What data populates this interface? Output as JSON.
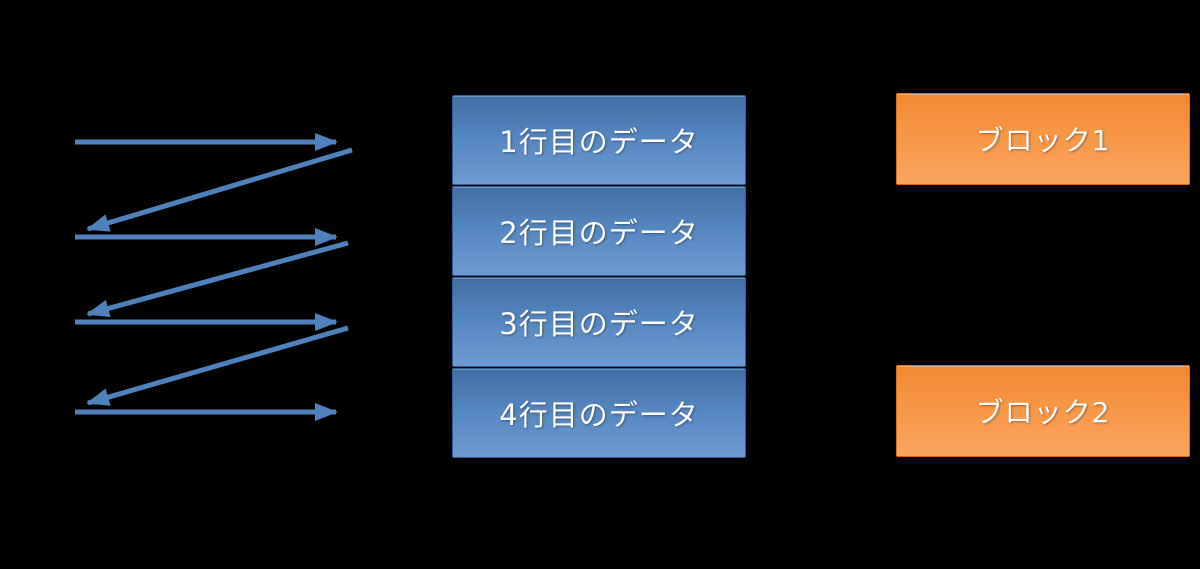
{
  "diagram": {
    "description_rows": [
      {
        "label": "1行目のデータ"
      },
      {
        "label": "2行目のデータ"
      },
      {
        "label": "3行目のデータ"
      },
      {
        "label": "4行目のデータ"
      }
    ],
    "blocks": [
      {
        "label": "ブロック1"
      },
      {
        "label": "ブロック2"
      }
    ],
    "colors": {
      "background": "#000000",
      "arrow": "#4f81bd",
      "row_box_fill_top": "#416fa5",
      "row_box_fill_bottom": "#6d9bd3",
      "row_box_border": "#2f5e93",
      "block_box_fill": "#f79646",
      "block_box_border": "#e46c0a",
      "text": "#ffffff"
    },
    "icons": [
      {
        "name": "zigzag-scan-arrows",
        "meaning": "raster scan order of rows (left to right, top to bottom)"
      }
    ]
  }
}
